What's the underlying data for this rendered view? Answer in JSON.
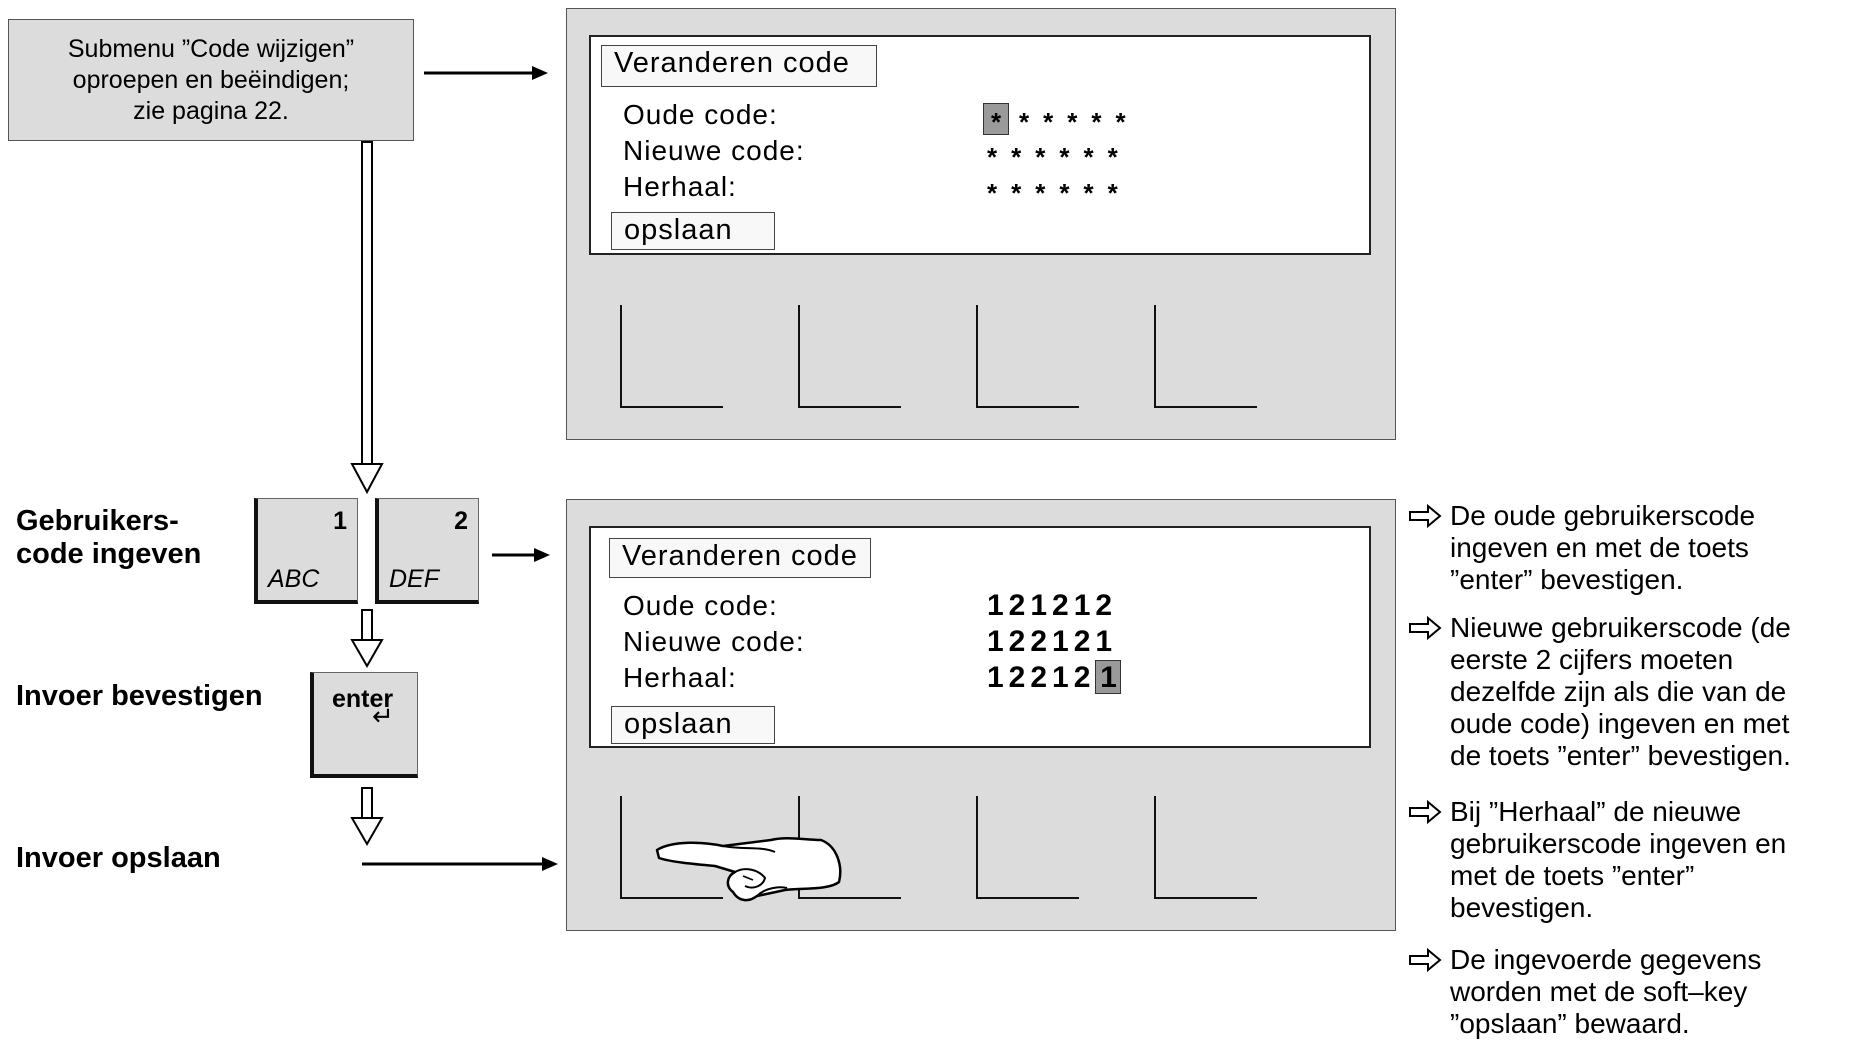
{
  "instruction": {
    "lines": [
      "Submenu ”Code wijzigen”",
      "oproepen en beëindigen;",
      "zie pagina 22."
    ]
  },
  "steps": {
    "enter_code": [
      "Gebruikers-",
      "code ingeven"
    ],
    "confirm": "Invoer bevestigen",
    "save": "Invoer opslaan"
  },
  "keys": {
    "key1": {
      "number": "1",
      "letters": "ABC"
    },
    "key2": {
      "number": "2",
      "letters": "DEF"
    },
    "enter": {
      "label": "enter",
      "glyph": "↵"
    }
  },
  "screen_top": {
    "title": "Veranderen code",
    "labels": [
      "Oude code:",
      "Nieuwe code:",
      "Herhaal:"
    ],
    "old_cursor": "*",
    "old_rest": "*****",
    "new_value": "******",
    "repeat_value": "******",
    "save": "opslaan"
  },
  "screen_bottom": {
    "title": "Veranderen code",
    "labels": [
      "Oude code:",
      "Nieuwe code:",
      "Herhaal:"
    ],
    "old_value": "121212",
    "new_value": "122121",
    "repeat_value": "12212",
    "repeat_cursor": "1",
    "save": "opslaan"
  },
  "explanations": [
    [
      "De oude gebruikerscode",
      "ingeven en met de toets",
      "”enter” bevestigen."
    ],
    [
      "Nieuwe gebruikerscode (de",
      "eerste 2 cijfers moeten",
      "dezelfde zijn als die van de",
      "oude code) ingeven en met",
      "de toets ”enter” bevestigen."
    ],
    [
      "Bij ”Herhaal” de nieuwe",
      "gebruikerscode ingeven en",
      "met de toets ”enter”",
      "bevestigen."
    ],
    [
      "De ingevoerde gegevens",
      "worden met de soft–key",
      "”opslaan” bewaard."
    ]
  ],
  "icons": {
    "bullet": "outline-right-arrow-icon",
    "hand": "pointing-hand-icon"
  },
  "colors": {
    "panel": "#dcdcdc",
    "cursor": "#9a9a9a"
  }
}
